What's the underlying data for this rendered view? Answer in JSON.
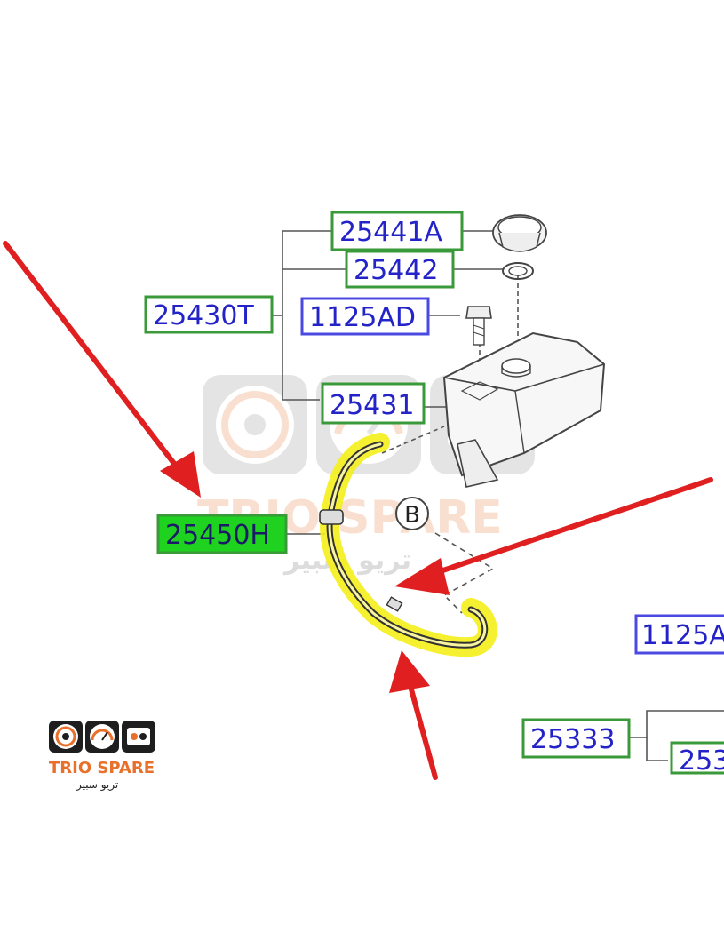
{
  "watermark": {
    "brand": "TRIO SPARE",
    "brand_arabic": "تريو سبير"
  },
  "logo": {
    "brand": "TRIO SPARE",
    "brand_arabic": "تريو سبير"
  },
  "callouts": {
    "view_marker": "B"
  },
  "part_labels": {
    "filler_cap": "25441A",
    "cap_gasket": "25442",
    "reservoir_assembly": "25430T",
    "mounting_bolt": "1125AD",
    "reservoir_tank": "25431",
    "overflow_hose": "25450H",
    "bolt_right_partial": "1125A",
    "hose_assembly": "25333",
    "hose_sub_partial": "253"
  },
  "colors": {
    "label_text": "#2323c8",
    "label_box_green": "#3a9a3a",
    "label_box_blue": "#4a4ae0",
    "highlight_yellow": "#f4ee1a",
    "highlight_green": "#1fd21f",
    "arrow_red": "#e02020",
    "leader_line": "#555555"
  }
}
